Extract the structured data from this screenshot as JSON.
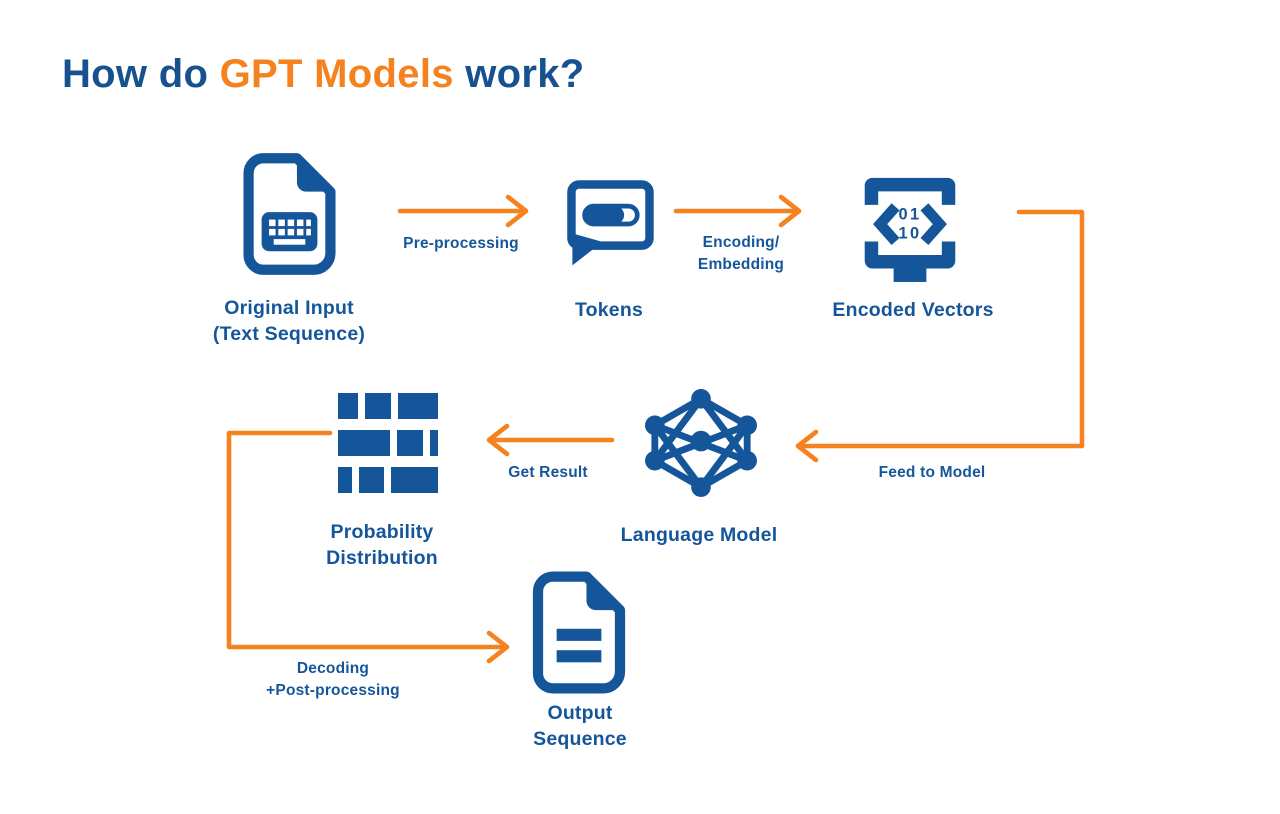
{
  "title": {
    "part1": "How do ",
    "highlight": "GPT Models",
    "part2": " work?"
  },
  "colors": {
    "blue": "#15569B",
    "orange": "#F5821F",
    "background": "#FFFFFF"
  },
  "nodes": {
    "original_input": {
      "label": "Original Input\n(Text Sequence)",
      "icon": "document-keyboard-icon"
    },
    "tokens": {
      "label": "Tokens",
      "icon": "speech-bubble-token-icon"
    },
    "encoded_vectors": {
      "label": "Encoded Vectors",
      "icon": "binary-screen-icon",
      "binary_top": "01",
      "binary_bottom": "10"
    },
    "language_model": {
      "label": "Language Model",
      "icon": "neural-network-icon"
    },
    "probability_distribution": {
      "label": "Probability\nDistribution",
      "icon": "distribution-blocks-icon"
    },
    "output_sequence": {
      "label": "Output\nSequence",
      "icon": "document-text-icon"
    }
  },
  "edges": {
    "pre_processing": {
      "label": "Pre-processing",
      "from": "original_input",
      "to": "tokens"
    },
    "encoding_embedding": {
      "label": "Encoding/\nEmbedding",
      "from": "tokens",
      "to": "encoded_vectors"
    },
    "feed_to_model": {
      "label": "Feed to Model",
      "from": "encoded_vectors",
      "to": "language_model"
    },
    "get_result": {
      "label": "Get Result",
      "from": "language_model",
      "to": "probability_distribution"
    },
    "decoding_post_processing": {
      "label": "Decoding\n+Post-processing",
      "from": "probability_distribution",
      "to": "output_sequence"
    }
  }
}
